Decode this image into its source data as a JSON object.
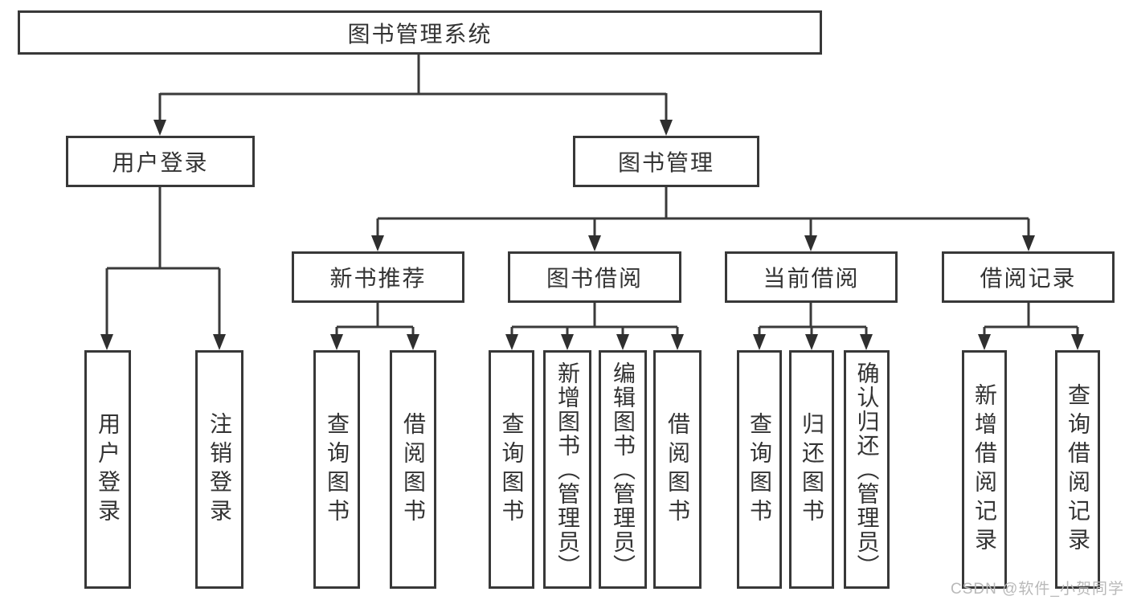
{
  "diagram": {
    "type": "hierarchy-tree",
    "colors": {
      "line": "#3a3a3a",
      "box_border": "#383838",
      "box_background": "#ffffff",
      "text": "#333333",
      "watermark": "#b9b9b9",
      "background": "#ffffff"
    }
  },
  "tree": {
    "root": {
      "label": "图书管理系统"
    },
    "branches": [
      {
        "label": "用户登录",
        "children": [
          {
            "label": "用户登录"
          },
          {
            "label": "注销登录"
          }
        ]
      },
      {
        "label": "图书管理",
        "children": [
          {
            "label": "新书推荐",
            "children": [
              {
                "label": "查询图书"
              },
              {
                "label": "借阅图书"
              }
            ]
          },
          {
            "label": "图书借阅",
            "children": [
              {
                "label": "查询图书"
              },
              {
                "label": "新增图书（管理员）"
              },
              {
                "label": "编辑图书（管理员）"
              },
              {
                "label": "借阅图书"
              }
            ]
          },
          {
            "label": "当前借阅",
            "children": [
              {
                "label": "查询图书"
              },
              {
                "label": "归还图书"
              },
              {
                "label": "确认归还（管理员）"
              }
            ]
          },
          {
            "label": "借阅记录",
            "children": [
              {
                "label": "新增借阅记录"
              },
              {
                "label": "查询借阅记录"
              }
            ]
          }
        ]
      }
    ]
  },
  "watermark": {
    "text": "CSDN @软件_小贺同学"
  }
}
